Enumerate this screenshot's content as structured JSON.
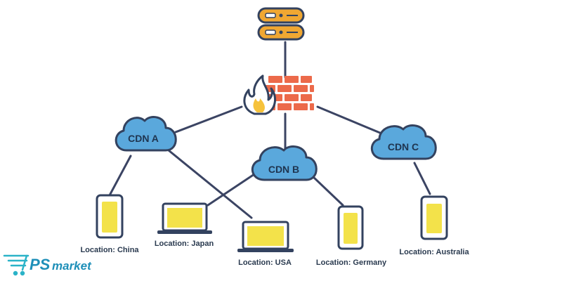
{
  "diagram": {
    "cdn_nodes": [
      {
        "label": "CDN A"
      },
      {
        "label": "CDN B"
      },
      {
        "label": "CDN C"
      }
    ],
    "locations": [
      {
        "label": "Location: China",
        "device": "phone"
      },
      {
        "label": "Location: Japan",
        "device": "laptop"
      },
      {
        "label": "Location: USA",
        "device": "laptop"
      },
      {
        "label": "Location: Germany",
        "device": "phone"
      },
      {
        "label": "Location: Australia",
        "device": "phone"
      }
    ],
    "colors": {
      "line": "#3b4463",
      "outline": "#33425f",
      "cloud": "#5aa8dc",
      "cloud_shadow": "#3f8fc8",
      "screen": "#f3e24a",
      "server": "#f0a732",
      "brick": "#ec6a4a",
      "flame": "#f6c23b"
    }
  },
  "watermark": {
    "brand_letters": "PS",
    "brand_word": "market",
    "icon": "shopping-cart-icon"
  }
}
